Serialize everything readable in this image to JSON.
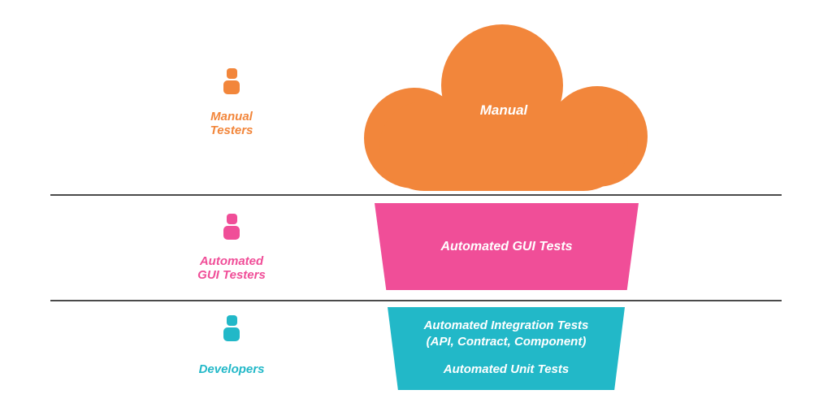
{
  "colors": {
    "orange": "#F2863B",
    "pink": "#F04E98",
    "teal": "#22B8C8",
    "divider": "#4A4A4A",
    "background": "#FFFFFF",
    "shape_text": "#FFFFFF"
  },
  "layers": [
    {
      "id": "manual",
      "actor_label": "Manual\nTesters",
      "shape": "cloud",
      "shape_label": "Manual"
    },
    {
      "id": "automated-gui",
      "actor_label": "Automated\nGUI Testers",
      "shape": "trapezoid",
      "shape_label": "Automated GUI Tests"
    },
    {
      "id": "developers",
      "actor_label": "Developers",
      "shape": "trapezoid",
      "shape_lines": [
        "Automated Integration Tests",
        "(API, Contract, Component)",
        "Automated Unit Tests"
      ]
    }
  ]
}
